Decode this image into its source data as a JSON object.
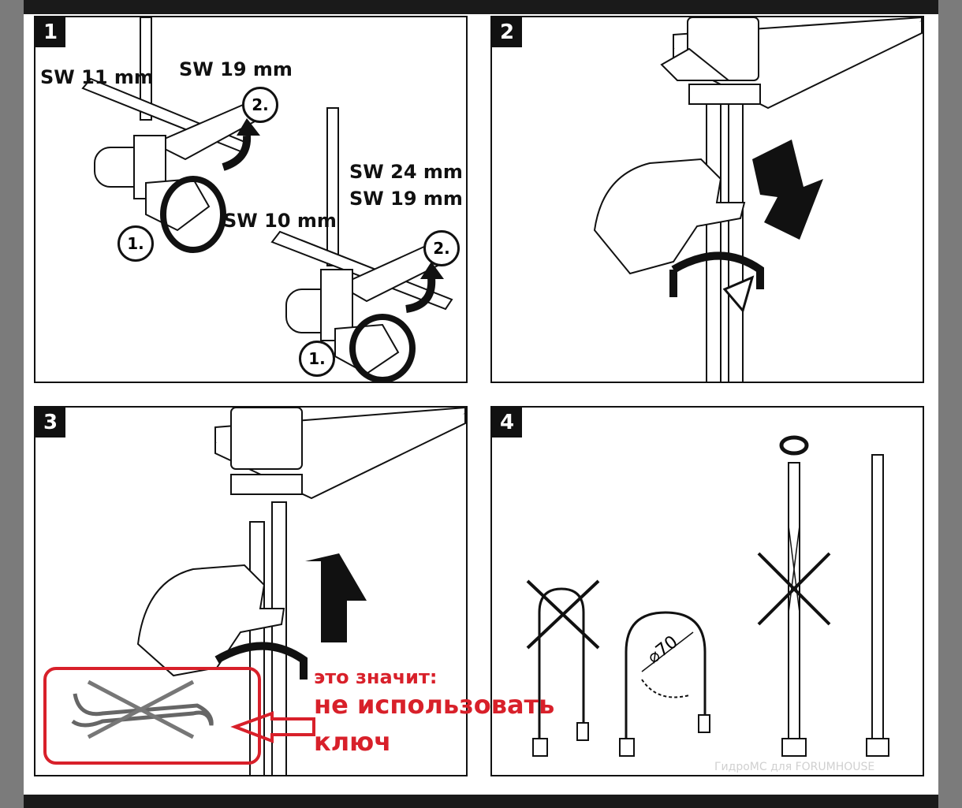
{
  "panels": {
    "p1": {
      "number": "1",
      "labels": {
        "sw11": "SW 11 mm",
        "sw19_top": "SW 19 mm",
        "sw24": "SW 24 mm",
        "sw19_right": "SW 19 mm",
        "sw10": "SW 10 mm"
      },
      "circles": [
        "1.",
        "2.",
        "1.",
        "2."
      ]
    },
    "p2": {
      "number": "2"
    },
    "p3": {
      "number": "3"
    },
    "p4": {
      "number": "4",
      "diameter": "70",
      "watermark": "ГидроМС для FORUMHOUSE"
    }
  },
  "annotation": {
    "line1": "это значит:",
    "line2": "не использовать",
    "line3": "ключ"
  },
  "colors": {
    "annotation_red": "#d8202a",
    "ink": "#111111"
  }
}
